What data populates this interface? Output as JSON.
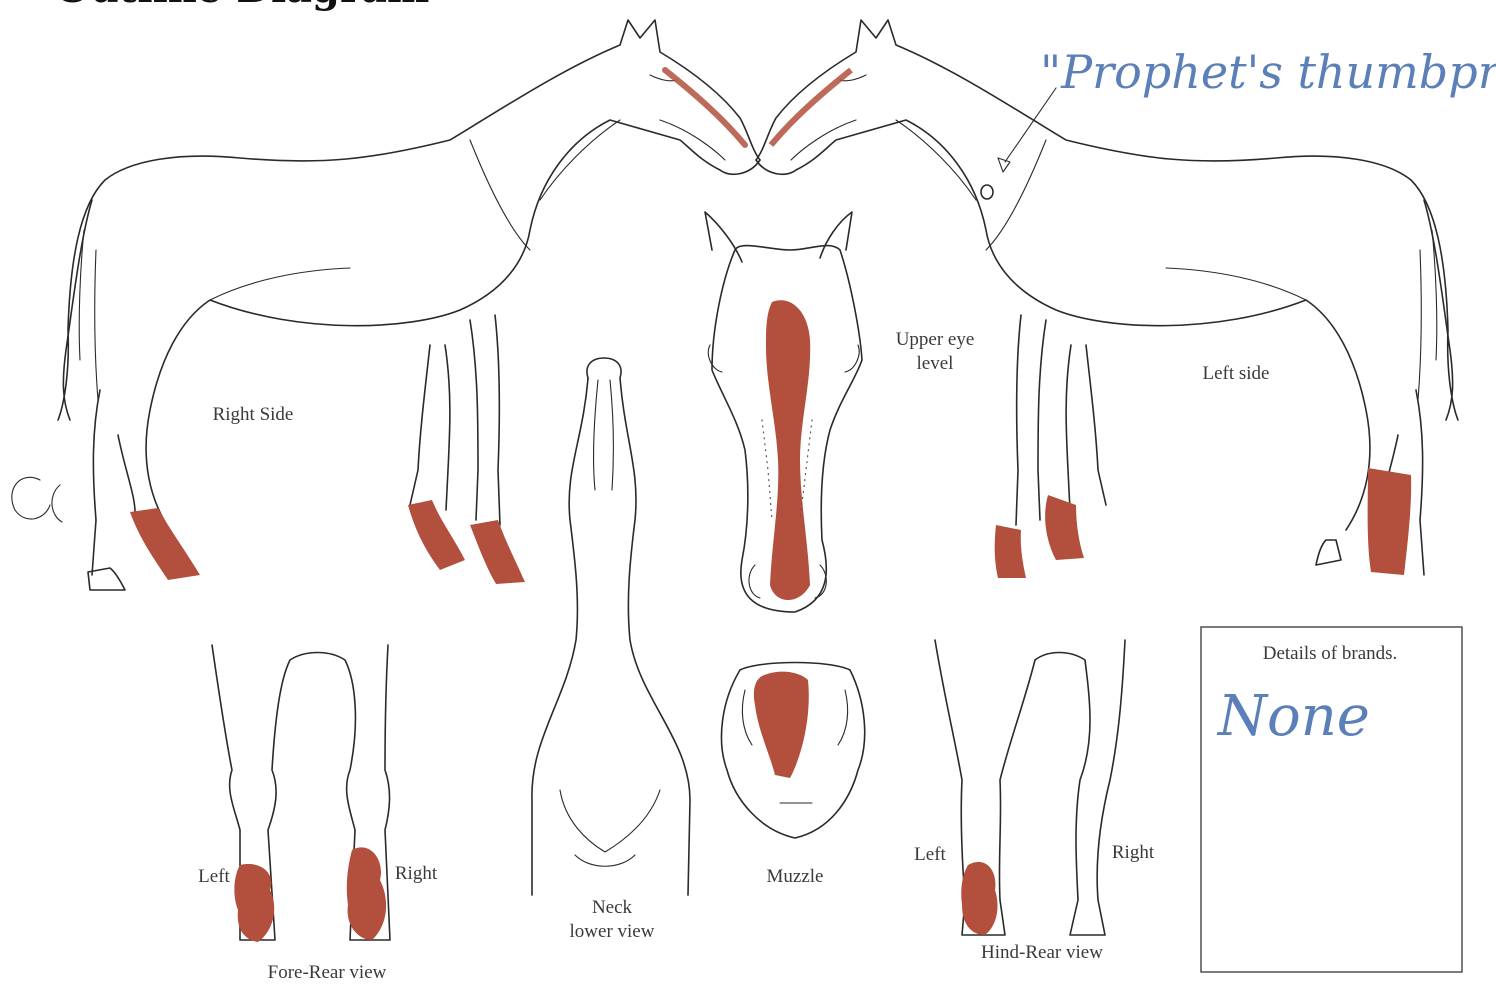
{
  "title": "Outline Diagram",
  "annotation": "\"Prophet's thumbprint\"",
  "brands_heading": "Details of brands.",
  "brands_value": "None",
  "labels": {
    "right_side": "Right Side",
    "left_side": "Left side",
    "upper_eye_level": [
      "Upper eye",
      "level"
    ],
    "neck_lower_view": [
      "Neck",
      "lower view"
    ],
    "muzzle": "Muzzle",
    "fore_rear_view": "Fore-Rear view",
    "hind_rear_view": "Hind-Rear view",
    "fore_left": "Left",
    "fore_right": "Right",
    "hind_left": "Left",
    "hind_right": "Right"
  },
  "colors": {
    "marking": "#b3503d",
    "outline": "#2a2a2a",
    "handwriting": "#5b7fb8"
  }
}
